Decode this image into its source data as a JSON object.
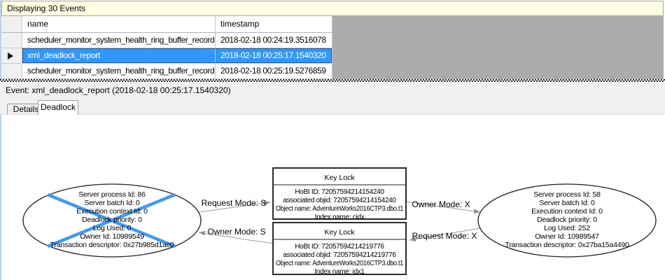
{
  "header": {
    "title": "Displaying 30 Events"
  },
  "table": {
    "columns": [
      "name",
      "timestamp"
    ],
    "rows": [
      {
        "name": "scheduler_monitor_system_health_ring_buffer_recorded",
        "timestamp": "2018-02-18 00:24:19.3516078",
        "selected": false
      },
      {
        "name": "xml_deadlock_report",
        "timestamp": "2018-02-18 00:25:17.1540320",
        "selected": true
      },
      {
        "name": "scheduler_monitor_system_health_ring_buffer_recorded",
        "timestamp": "2018-02-18 00:25:19.5276859",
        "selected": false
      }
    ]
  },
  "event_bar": {
    "label": "Event: xml_deadlock_report (2018-02-18 00:25:17.1540320)"
  },
  "tabs": [
    {
      "label": "Details",
      "active": false
    },
    {
      "label": "Deadlock",
      "active": true
    }
  ],
  "deadlock_graph": {
    "processes": [
      {
        "victim": true,
        "lines": [
          "Server process Id: 86",
          "Server batch Id: 0",
          "Execution context Id: 0",
          "Deadlock priority: 0",
          "Log Used: 0",
          "Owner Id: 10989549",
          "Transaction descriptor: 0x27b985d1ac0"
        ]
      },
      {
        "victim": false,
        "lines": [
          "Server process Id: 58",
          "Server batch Id: 0",
          "Execution context Id: 0",
          "Deadlock priority: 0",
          "Log Used: 252",
          "Owner Id: 10989547",
          "Transaction descriptor: 0x27ba15a4490"
        ]
      }
    ],
    "resources": [
      {
        "title": "Key Lock",
        "lines": [
          "HoBt ID: 72057594214154240",
          "associated objid: 72057594214154240",
          "Object name: AdventureWorks2016CTP3.dbo.t1",
          "Index name: cidx"
        ]
      },
      {
        "title": "Key Lock",
        "lines": [
          "HoBt ID: 72057594214219776",
          "associated objid: 72057594214219776",
          "Object name: AdventureWorks2016CTP3.dbo.t1",
          "Index name: idx1"
        ]
      }
    ],
    "edges": [
      {
        "label": "Request Mode: S"
      },
      {
        "label": "Owner Mode: S"
      },
      {
        "label": "Owner Mode: X"
      },
      {
        "label": "Request Mode: X"
      }
    ]
  },
  "colors": {
    "selection_blue": "#2F97FD",
    "victim_cross_blue": "#3E9BF5",
    "info_bar_yellow": "#FFFFE1",
    "grid_empty_gray": "#ABABAB",
    "edge_gray": "#8F8F8F"
  }
}
